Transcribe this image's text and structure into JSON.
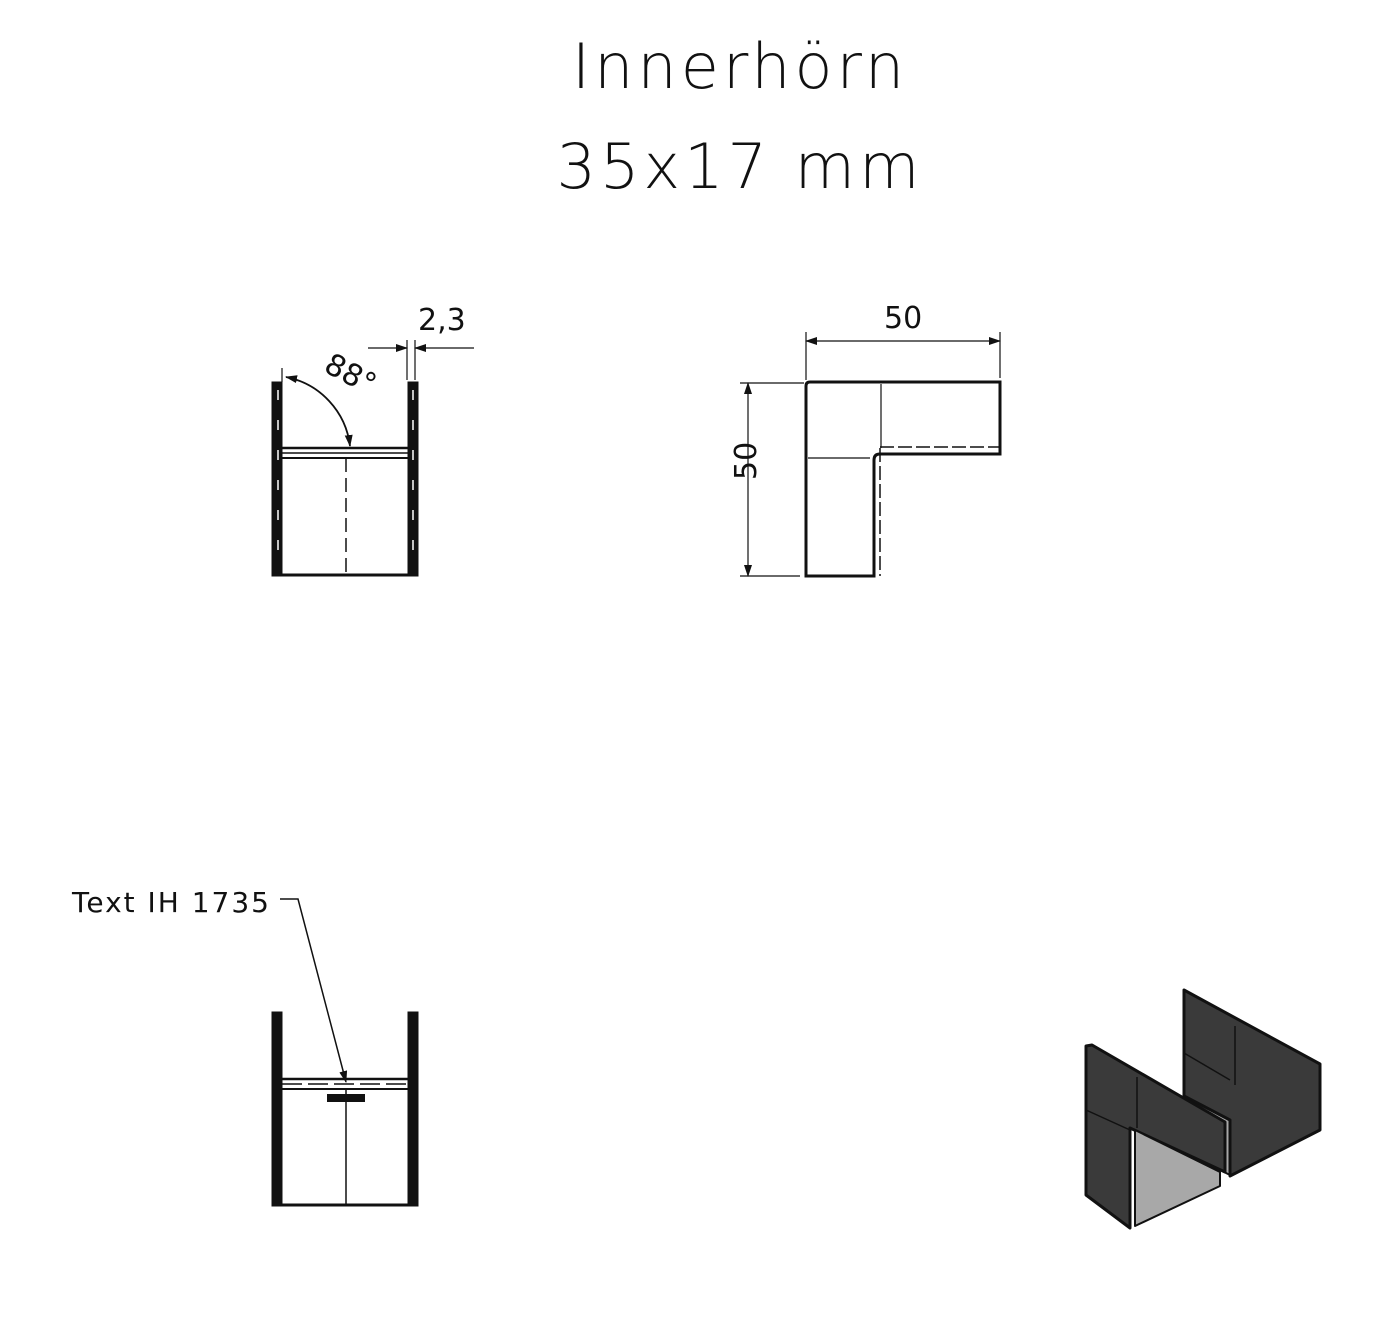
{
  "title": {
    "line1": "Innerhörn",
    "line2": "35x17 mm"
  },
  "views": {
    "front_view": {
      "dimension_thickness": "2,3",
      "dimension_angle": "88°"
    },
    "top_view": {
      "dimension_width": "50",
      "dimension_height": "50"
    },
    "bottom_view": {
      "callout_label": "Text IH 1735"
    },
    "iso_view": {
      "shading_dark": "#3a3a3a",
      "shading_light": "#a8a8a8"
    }
  },
  "colors": {
    "line": "#111111",
    "background": "#ffffff"
  }
}
